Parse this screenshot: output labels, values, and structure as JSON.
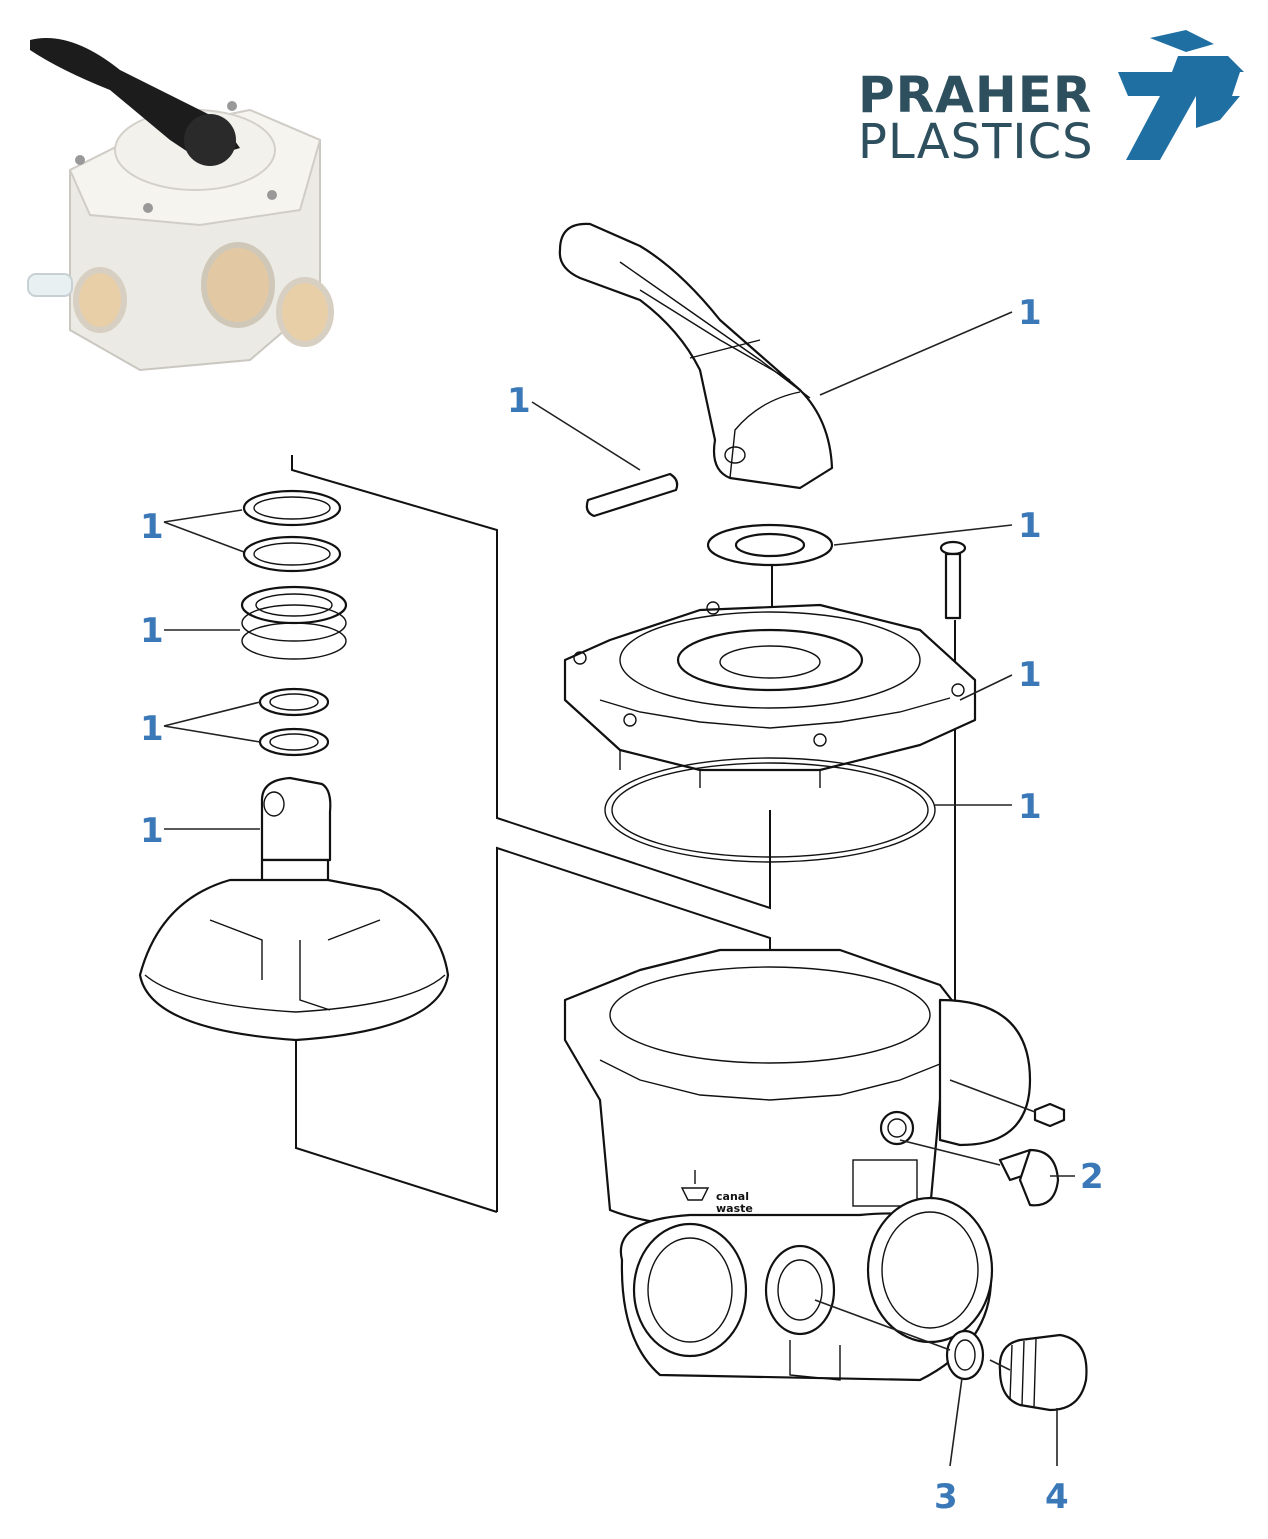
{
  "brand": {
    "line1": "PRAHER",
    "line2": "PLASTICS",
    "logo_icon": "praher-tp-logo"
  },
  "photo": {
    "icon": "multiport-valve-photo"
  },
  "body_labels": {
    "line1": "canal",
    "line2": "waste"
  },
  "colors": {
    "callout": "#3a78b8",
    "brand": "#2d4f5e",
    "logo_blue": "#1f6fa3"
  },
  "callouts": [
    {
      "id": "handle",
      "text": "1"
    },
    {
      "id": "pin",
      "text": "1"
    },
    {
      "id": "orings-top",
      "text": "1"
    },
    {
      "id": "spring",
      "text": "1"
    },
    {
      "id": "washer",
      "text": "1"
    },
    {
      "id": "orings-small",
      "text": "1"
    },
    {
      "id": "cover",
      "text": "1"
    },
    {
      "id": "rotor",
      "text": "1"
    },
    {
      "id": "cover-gasket",
      "text": "1"
    },
    {
      "id": "drain-plug",
      "text": "2"
    },
    {
      "id": "plug-oring",
      "text": "3"
    },
    {
      "id": "plug-cap",
      "text": "4"
    }
  ]
}
